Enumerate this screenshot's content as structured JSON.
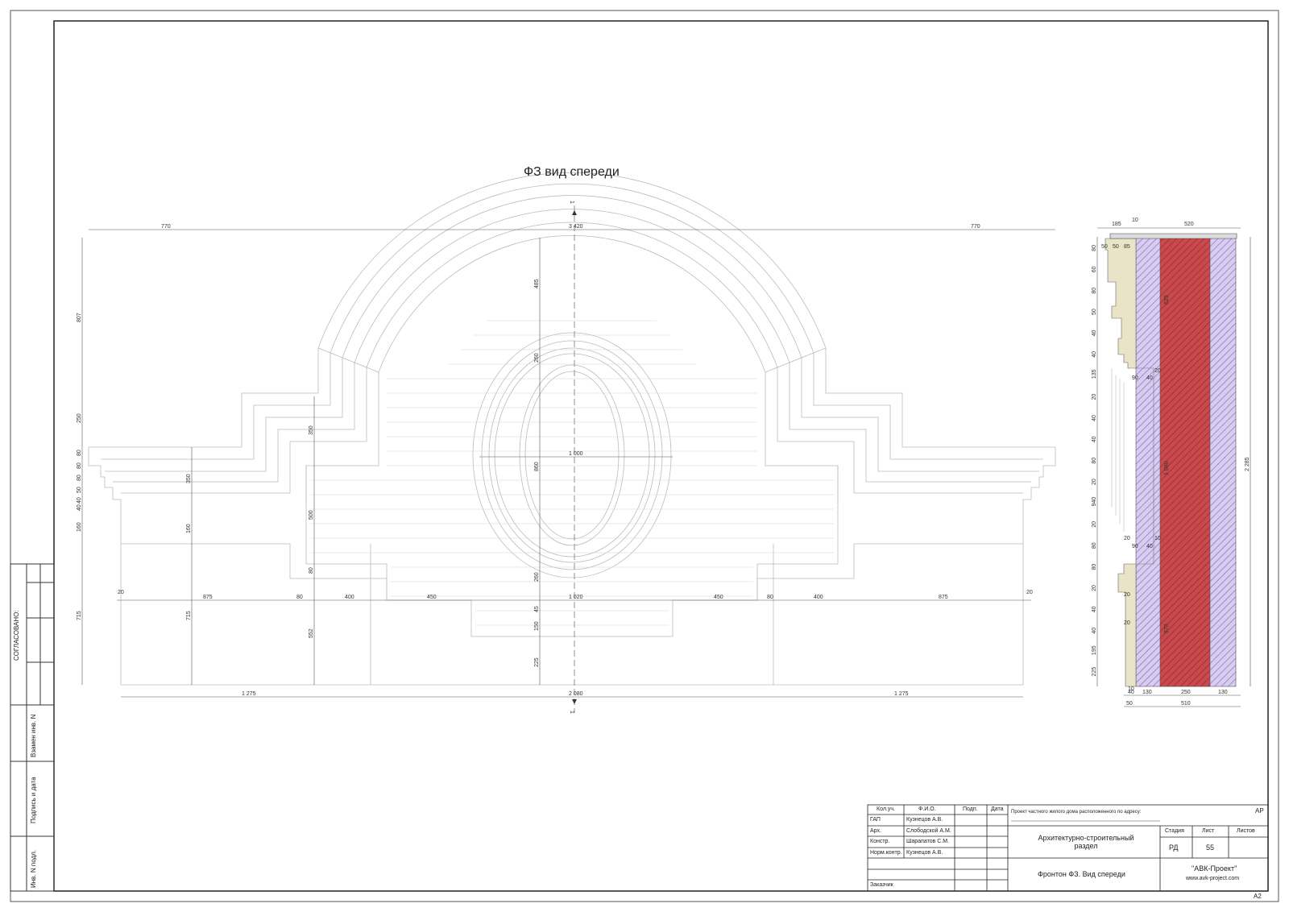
{
  "drawing_title": "ФЗ вид спереди",
  "section_marker": "1",
  "side_strip": {
    "approved": "СОГЛАСОВАНО:",
    "replaced_inv": "Взамен инв. N",
    "sign_date": "Подпись и дата",
    "inv_orig": "Инв. N подл."
  },
  "front_dims": {
    "top_total": "3 420",
    "top_side": "770",
    "mid_total": "1 000",
    "bottom_inner": "1 020",
    "bottom_total": "2 080",
    "bottom_side": "1 275",
    "row": [
      "20",
      "875",
      "80",
      "400",
      "450",
      "450",
      "80",
      "400",
      "875",
      "20"
    ],
    "left_vertical": [
      "807",
      "250",
      "80",
      "80",
      "80",
      "40",
      "40",
      "50",
      "160",
      "715"
    ],
    "inner_vertical": [
      "350",
      "160",
      "715",
      "350",
      "500",
      "80",
      "552"
    ],
    "center_vertical": [
      "485",
      "260",
      "860",
      "260",
      "45",
      "150",
      "225"
    ]
  },
  "section_dims": {
    "top": [
      "185",
      "10",
      "520"
    ],
    "top_row": [
      "50",
      "50",
      "85"
    ],
    "total_height": "2 285",
    "inner_height": "1 080",
    "upper_block": "625",
    "lower_block": "570",
    "bottom": [
      "40",
      "130",
      "250",
      "130"
    ],
    "bottom_total": [
      "50",
      "510"
    ],
    "bottom_10": "10",
    "mid_labels": [
      "90",
      "40",
      "20",
      "10",
      "20",
      "20",
      "20"
    ],
    "left_vertical": [
      "80",
      "60",
      "80",
      "50",
      "40",
      "40",
      "135",
      "20",
      "40",
      "40",
      "80",
      "20",
      "940",
      "20",
      "80",
      "80",
      "20",
      "40",
      "40",
      "195",
      "225"
    ]
  },
  "title_block": {
    "headers": [
      "Кол.уч.",
      "Ф.И.О.",
      "Подп.",
      "Дата"
    ],
    "rows": [
      {
        "role": "ГАП",
        "name": "Кузнецов А.В."
      },
      {
        "role": "Арх.",
        "name": "Слободской А.М."
      },
      {
        "role": "Констр.",
        "name": "Шарапатов С.М."
      },
      {
        "role": "Норм.контр.",
        "name": "Кузнецов А.В."
      }
    ],
    "customer_label": "Заказчик",
    "project_address": "Проект частного жилого дома расположенного по адресу:",
    "code": "АР",
    "section_name": "Архитектурно-строительный раздел",
    "stage_header": "Стадия",
    "sheet_header": "Лист",
    "sheets_header": "Листов",
    "stage": "РД",
    "sheet_no": "55",
    "sheet_title": "Фронтон ФЗ. Вид спереди",
    "company": "\"АВК-Проект\"",
    "website": "www.avk-project.com",
    "format": "А2"
  },
  "colors": {
    "line": "#bbbbbb",
    "frame": "#333333",
    "hatch_purple": "#b9a2dc",
    "hatch_red": "#c9494d",
    "beige": "#e9e3c8"
  }
}
